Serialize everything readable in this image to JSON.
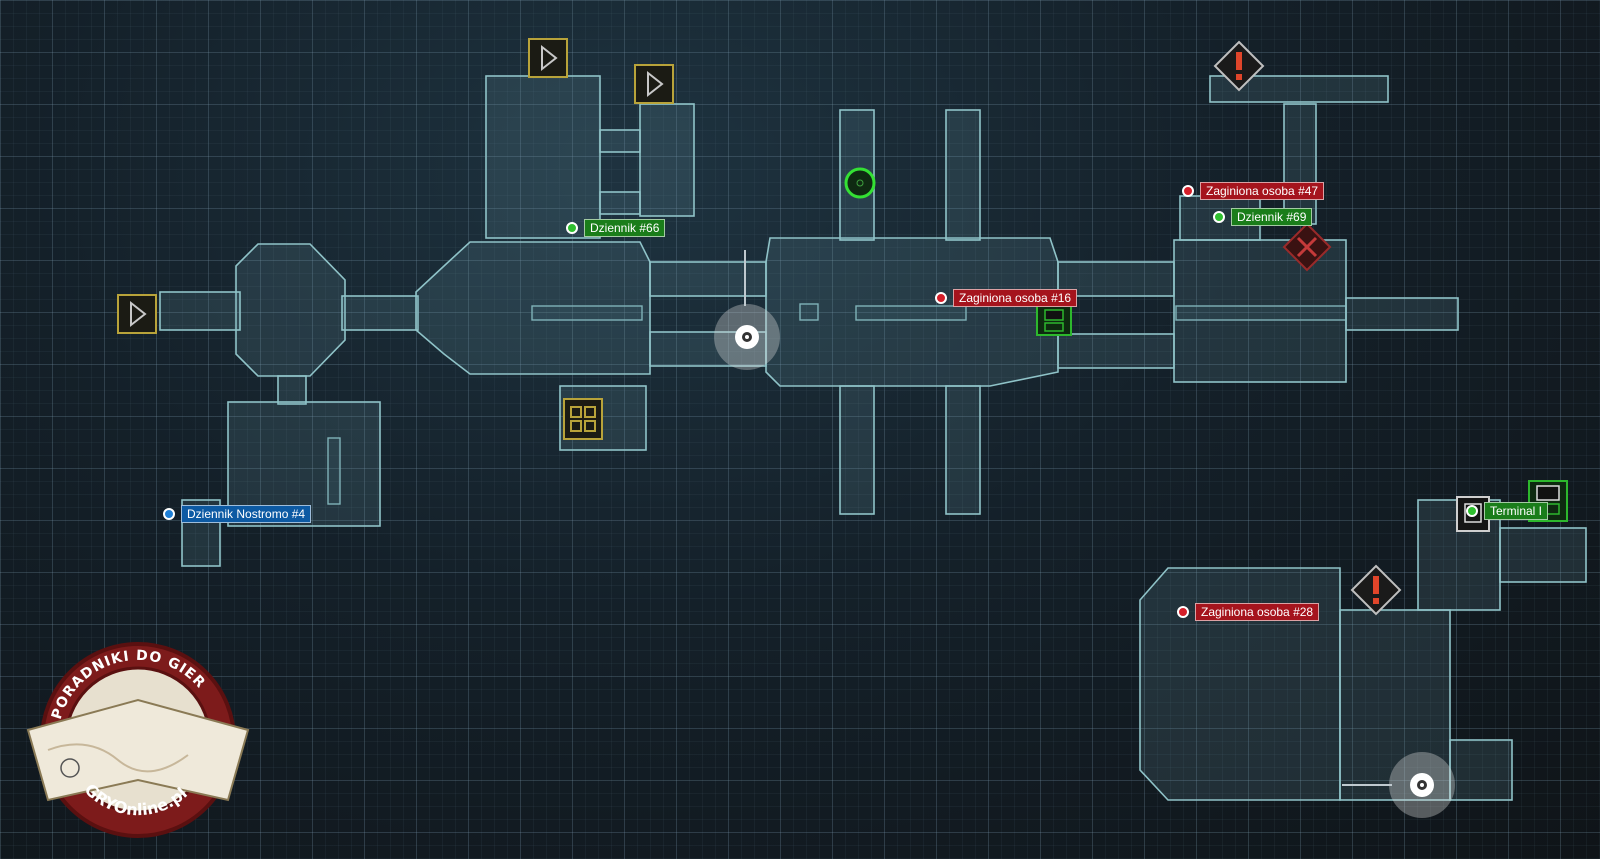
{
  "map": {
    "markers": [
      {
        "id": "missing-47",
        "type": "missing-person",
        "color": "red",
        "text": "Zaginiona osoba #47"
      },
      {
        "id": "log-69",
        "type": "log",
        "color": "green",
        "text": "Dziennik #69"
      },
      {
        "id": "missing-16",
        "type": "missing-person",
        "color": "red",
        "text": "Zaginiona osoba #16"
      },
      {
        "id": "log-66",
        "type": "log",
        "color": "green",
        "text": "Dziennik #66"
      },
      {
        "id": "nostromo-4",
        "type": "nostromo-log",
        "color": "blue",
        "text": "Dziennik Nostromo #4"
      },
      {
        "id": "terminal",
        "type": "terminal",
        "color": "green",
        "text": "Terminal I"
      },
      {
        "id": "missing-28",
        "type": "missing-person",
        "color": "red",
        "text": "Zaginiona osoba #28"
      }
    ],
    "icons": [
      "exit-arrow-icon",
      "save-station-icon",
      "hazard-warning-icon",
      "locked-door-icon",
      "objective-circle-icon",
      "storage-icon",
      "player-marker-icon"
    ]
  },
  "watermark": {
    "top_text": "PORADNIKI DO GIER",
    "bottom_text": "GRYOnline.pl"
  },
  "colors": {
    "missing_red": "#a5141d",
    "log_green": "#1a7d1a",
    "nostromo_blue": "#0d5aa3",
    "room_outline": "#8fc3c8",
    "hazard_orange": "#e0452a"
  }
}
